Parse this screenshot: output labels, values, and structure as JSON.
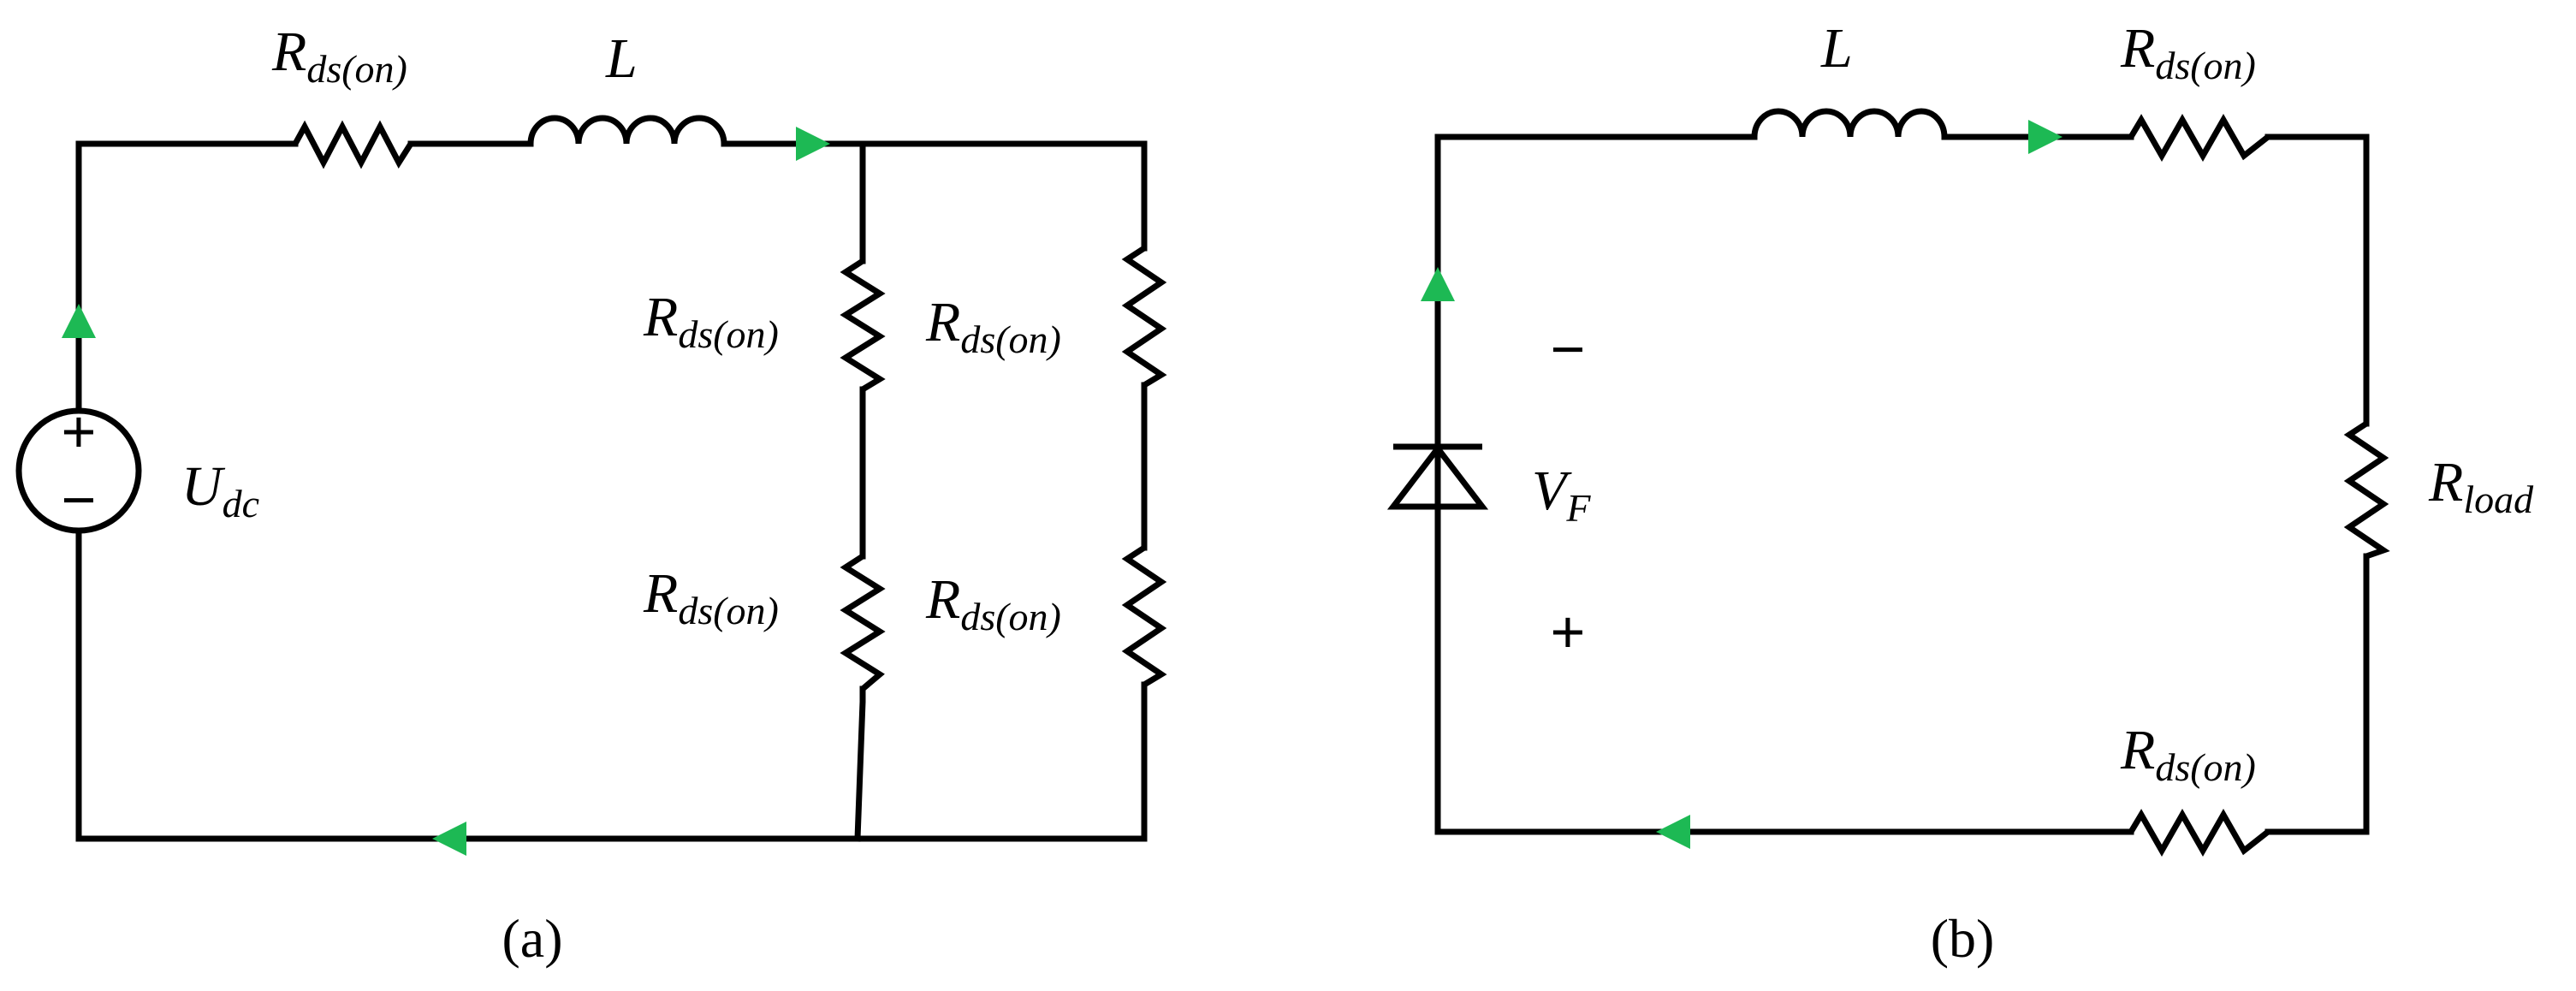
{
  "diagram_a": {
    "caption": "(a)",
    "labels": {
      "top_resistor": {
        "main": "R",
        "sub": "ds(on)"
      },
      "inductor": {
        "main": "L"
      },
      "source": {
        "main": "U",
        "sub": "dc"
      },
      "mid_upper_resistor": {
        "main": "R",
        "sub": "ds(on)"
      },
      "right_upper_resistor": {
        "main": "R",
        "sub": "ds(on)"
      },
      "mid_lower_resistor": {
        "main": "R",
        "sub": "ds(on)"
      },
      "right_lower_resistor": {
        "main": "R",
        "sub": "ds(on)"
      }
    },
    "source_signs": {
      "plus": "+",
      "minus": "−"
    }
  },
  "diagram_b": {
    "caption": "(b)",
    "labels": {
      "inductor": {
        "main": "L"
      },
      "top_resistor": {
        "main": "R",
        "sub": "ds(on)"
      },
      "diode": {
        "main": "V",
        "sub": "F"
      },
      "load": {
        "main": "R",
        "sub": "load"
      },
      "bottom_resistor": {
        "main": "R",
        "sub": "ds(on)"
      }
    },
    "polarity": {
      "minus": "−",
      "plus": "+"
    }
  },
  "colors": {
    "wire": "#000000",
    "current_arrow": "#1db954",
    "background": "#ffffff"
  }
}
